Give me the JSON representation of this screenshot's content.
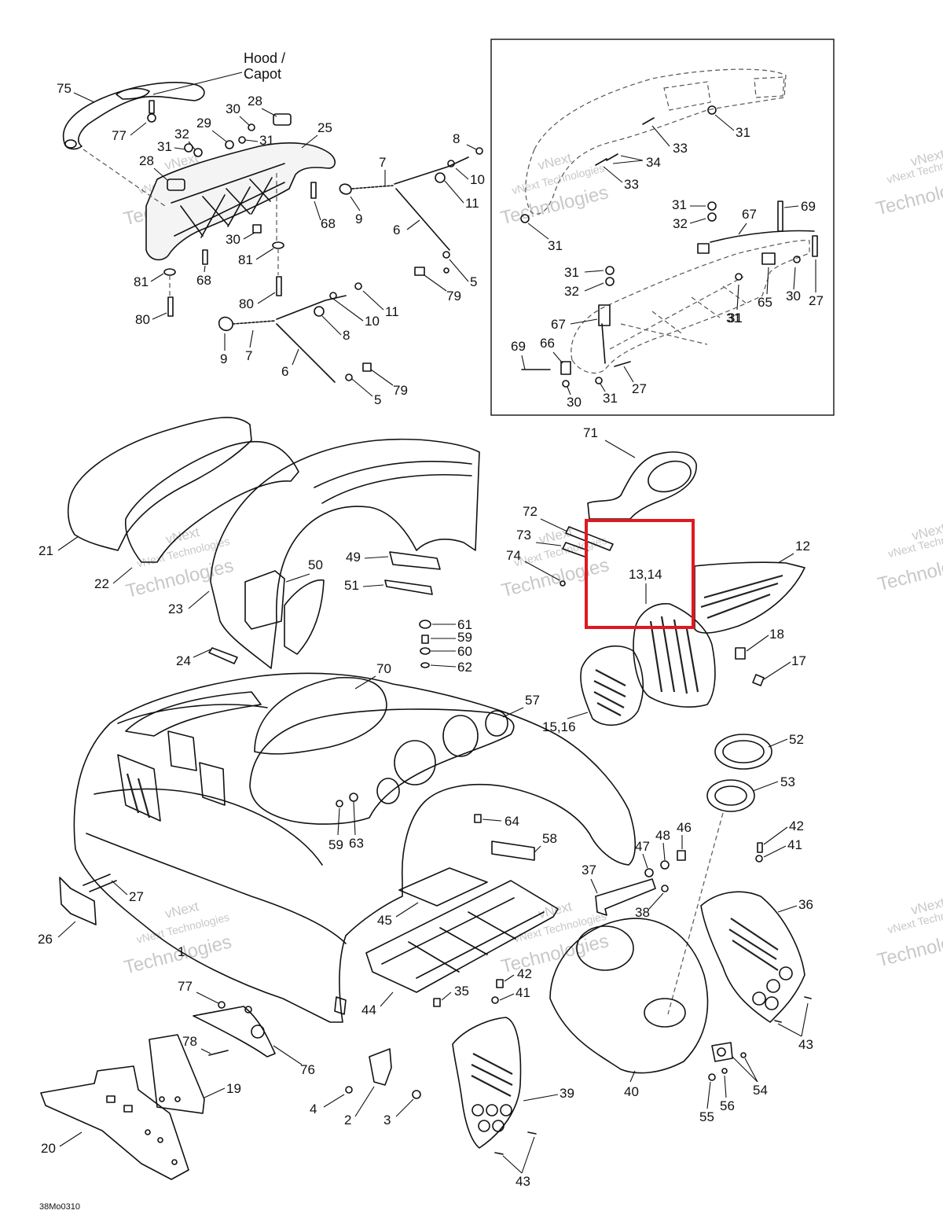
{
  "hood_label": {
    "line1": "Hood /",
    "line2": "Capot"
  },
  "drawing_code": "38Mo0310",
  "highlight_label": "13,14",
  "highlight_color": "#e0191f",
  "watermark": {
    "line1": "vNext",
    "line2": "vNext Technologies",
    "line3": "Technologies"
  },
  "callouts": {
    "main": [
      "75",
      "77",
      "28",
      "30",
      "29",
      "32",
      "31",
      "25",
      "28",
      "31",
      "68",
      "30",
      "81",
      "68",
      "81",
      "80",
      "80",
      "8",
      "7",
      "10",
      "11",
      "9",
      "6",
      "5",
      "79",
      "11",
      "10",
      "8",
      "9",
      "7",
      "6",
      "79",
      "5"
    ],
    "inset": [
      "31",
      "33",
      "34",
      "33",
      "31",
      "31",
      "67",
      "69",
      "32",
      "31",
      "31",
      "32",
      "30",
      "27",
      "65",
      "31",
      "67",
      "69",
      "66",
      "27",
      "30",
      "31"
    ],
    "lower": [
      "71",
      "12",
      "72",
      "73",
      "74",
      "21",
      "22",
      "23",
      "24",
      "50",
      "49",
      "51",
      "61",
      "59",
      "60",
      "62",
      "18",
      "17",
      "70",
      "57",
      "15,16",
      "52",
      "53",
      "64",
      "59",
      "63",
      "58",
      "42",
      "41",
      "47",
      "48",
      "46",
      "37",
      "38",
      "36",
      "27",
      "26",
      "45",
      "1",
      "44",
      "35",
      "42",
      "41",
      "43",
      "77",
      "78",
      "76",
      "19",
      "4",
      "2",
      "3",
      "39",
      "40",
      "55",
      "56",
      "54",
      "43",
      "20"
    ]
  }
}
